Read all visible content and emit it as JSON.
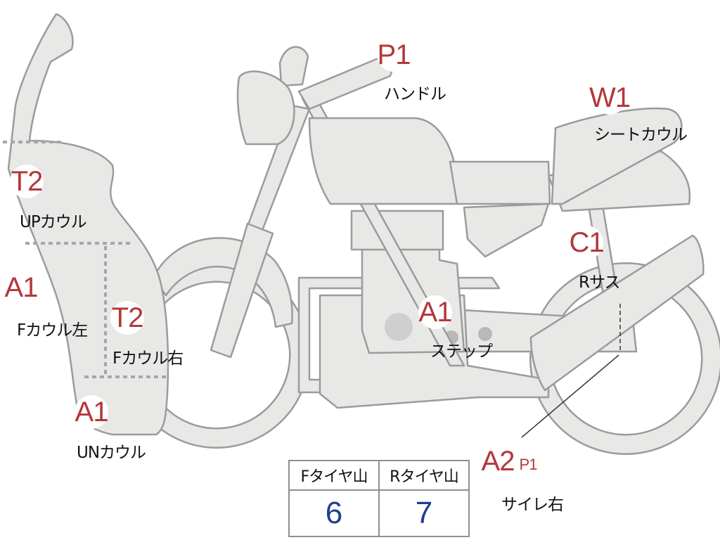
{
  "parts": [
    {
      "code": "P1",
      "label": "ハンドル"
    },
    {
      "code": "W1",
      "label": "シートカウル"
    },
    {
      "code": "T2",
      "label": "UPカウル"
    },
    {
      "code": "C1",
      "label": "Rサス"
    },
    {
      "code": "A1",
      "label": "Fカウル左"
    },
    {
      "code": "T2",
      "label": "Fカウル右"
    },
    {
      "code": "A1",
      "label": "ステップ"
    },
    {
      "code": "A1",
      "label": "UNカウル"
    },
    {
      "code": "A2",
      "code2": "P1",
      "label": "サイレ右"
    }
  ],
  "tire_table": {
    "headers": [
      "Fタイヤ山",
      "Rタイヤ山"
    ],
    "values": [
      "6",
      "7"
    ]
  },
  "colors": {
    "code_text": "#b4373a",
    "value_text": "#1f3f94",
    "body_fill": "#e8e8e6",
    "seam": "#a3a6b4"
  }
}
